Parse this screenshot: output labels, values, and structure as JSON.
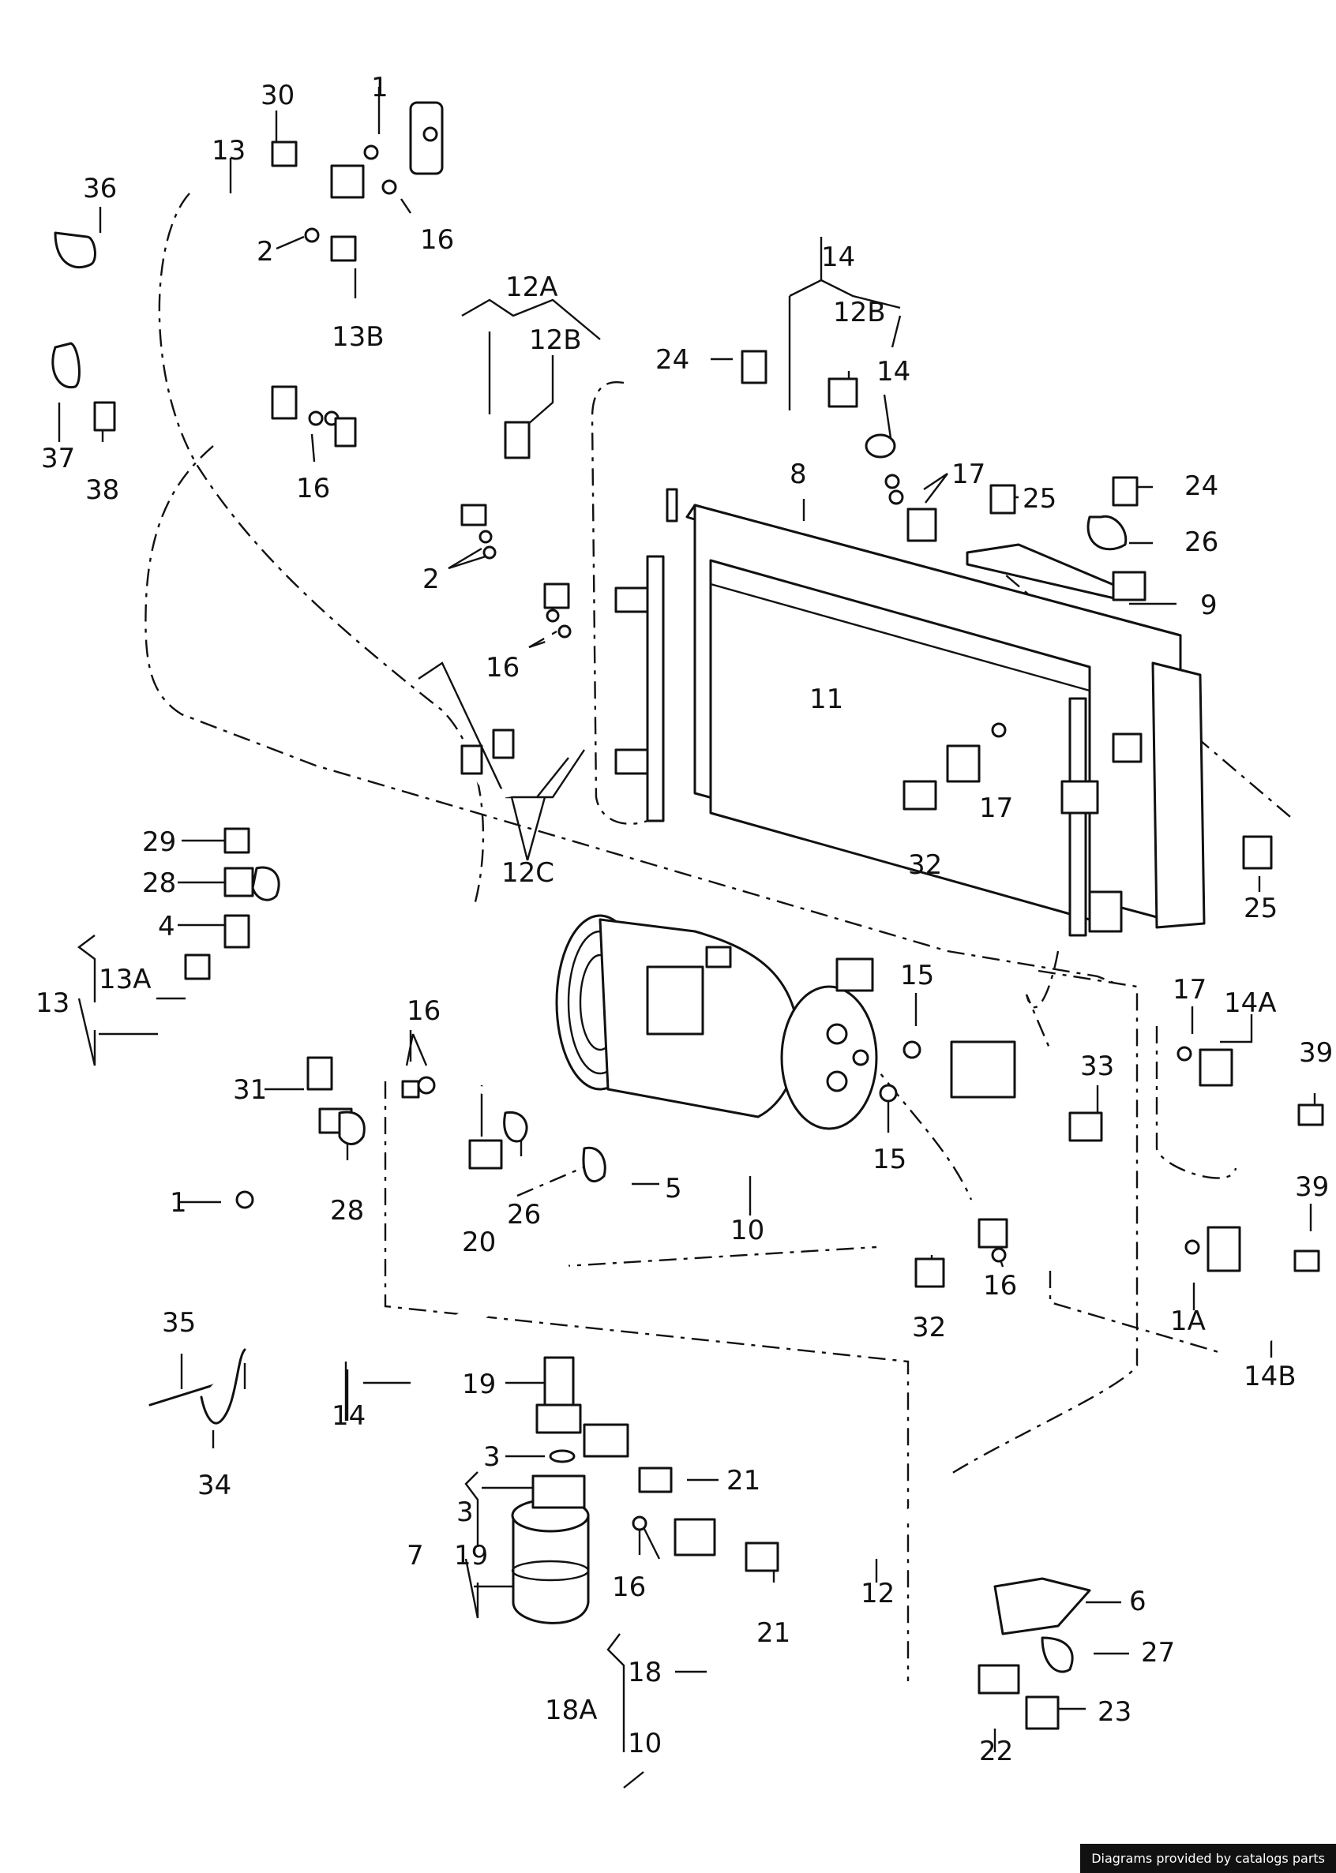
{
  "diagram": {
    "labels": {
      "l1_top": "1",
      "l30": "30",
      "l13_top": "13",
      "l36": "36",
      "l16_a": "16",
      "l2_a": "2",
      "l13B": "13B",
      "l12A": "12A",
      "l12B_a": "12B",
      "l37": "37",
      "l38": "38",
      "l16_b": "16",
      "l2_b": "2",
      "l16_c": "16",
      "l12C": "12C",
      "l14_top": "14",
      "l12B_b": "12B",
      "l24_a": "24",
      "l14_b": "14",
      "l17_a": "17",
      "l8": "8",
      "l25_a": "25",
      "l24_b": "24",
      "l26_a": "26",
      "l9": "9",
      "l11": "11",
      "l17_b": "17",
      "l32_a": "32",
      "l25_b": "25",
      "l29": "29",
      "l28_a": "28",
      "l4": "4",
      "l13_left": "13",
      "l13A": "13A",
      "l16_d": "16",
      "l31": "31",
      "l28_b": "28",
      "l1_mid": "1",
      "l15_a": "15",
      "l15_b": "15",
      "l33": "33",
      "l17_c": "17",
      "l14A": "14A",
      "l39_a": "39",
      "l39_b": "39",
      "l1A": "1A",
      "l14B": "14B",
      "l20": "20",
      "l26_b": "26",
      "l5": "5",
      "l10_a": "10",
      "l32_b": "32",
      "l16_e": "16",
      "l35": "35",
      "l14_bot": "14",
      "l34": "34",
      "l19_a": "19",
      "l3_a": "3",
      "l21_a": "21",
      "l3_b": "3",
      "l7": "7",
      "l19_b": "19",
      "l16_f": "16",
      "l21_b": "21",
      "l12_bot": "12",
      "l6": "6",
      "l27": "27",
      "l18": "18",
      "l18A": "18A",
      "l10_b": "10",
      "l22": "22",
      "l23": "23"
    }
  },
  "footer": {
    "credit": "Diagrams provided by catalogs parts"
  }
}
